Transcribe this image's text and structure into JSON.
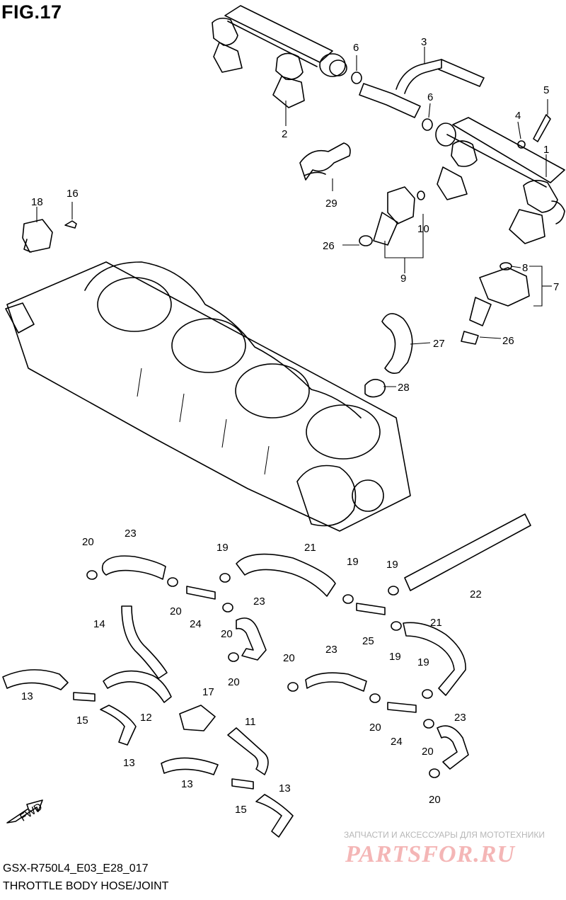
{
  "figure": {
    "title": "FIG.17",
    "model_code": "GSX-R750L4_E03_E28_017",
    "section_title": "THROTTLE BODY HOSE/JOINT"
  },
  "watermark": {
    "tagline": "ЗАПЧАСТИ И АКСЕССУАРЫ ДЛЯ МОТОТЕХНИКИ",
    "brand": "PARTSFOR.RU",
    "color": "#f4b6b6"
  },
  "fwd_arrow_label": "FWD",
  "callouts": [
    {
      "id": "c1",
      "text": "1"
    },
    {
      "id": "c2",
      "text": "2"
    },
    {
      "id": "c3",
      "text": "3"
    },
    {
      "id": "c4",
      "text": "4"
    },
    {
      "id": "c5",
      "text": "5"
    },
    {
      "id": "c6a",
      "text": "6"
    },
    {
      "id": "c6b",
      "text": "6"
    },
    {
      "id": "c7",
      "text": "7"
    },
    {
      "id": "c8",
      "text": "8"
    },
    {
      "id": "c9",
      "text": "9"
    },
    {
      "id": "c10",
      "text": "10"
    },
    {
      "id": "c11",
      "text": "11"
    },
    {
      "id": "c12",
      "text": "12"
    },
    {
      "id": "c13a",
      "text": "13"
    },
    {
      "id": "c13b",
      "text": "13"
    },
    {
      "id": "c13c",
      "text": "13"
    },
    {
      "id": "c13d",
      "text": "13"
    },
    {
      "id": "c14",
      "text": "14"
    },
    {
      "id": "c15a",
      "text": "15"
    },
    {
      "id": "c15b",
      "text": "15"
    },
    {
      "id": "c16",
      "text": "16"
    },
    {
      "id": "c17",
      "text": "17"
    },
    {
      "id": "c18",
      "text": "18"
    },
    {
      "id": "c19a",
      "text": "19"
    },
    {
      "id": "c19b",
      "text": "19"
    },
    {
      "id": "c19c",
      "text": "19"
    },
    {
      "id": "c19d",
      "text": "19"
    },
    {
      "id": "c19e",
      "text": "19"
    },
    {
      "id": "c20a",
      "text": "20"
    },
    {
      "id": "c20b",
      "text": "20"
    },
    {
      "id": "c20c",
      "text": "20"
    },
    {
      "id": "c20d",
      "text": "20"
    },
    {
      "id": "c20e",
      "text": "20"
    },
    {
      "id": "c20f",
      "text": "20"
    },
    {
      "id": "c20g",
      "text": "20"
    },
    {
      "id": "c20h",
      "text": "20"
    },
    {
      "id": "c21a",
      "text": "21"
    },
    {
      "id": "c21b",
      "text": "21"
    },
    {
      "id": "c22",
      "text": "22"
    },
    {
      "id": "c23a",
      "text": "23"
    },
    {
      "id": "c23b",
      "text": "23"
    },
    {
      "id": "c23c",
      "text": "23"
    },
    {
      "id": "c23d",
      "text": "23"
    },
    {
      "id": "c24a",
      "text": "24"
    },
    {
      "id": "c24b",
      "text": "24"
    },
    {
      "id": "c25",
      "text": "25"
    },
    {
      "id": "c26a",
      "text": "26"
    },
    {
      "id": "c26b",
      "text": "26"
    },
    {
      "id": "c27",
      "text": "27"
    },
    {
      "id": "c28",
      "text": "28"
    },
    {
      "id": "c29",
      "text": "29"
    }
  ]
}
